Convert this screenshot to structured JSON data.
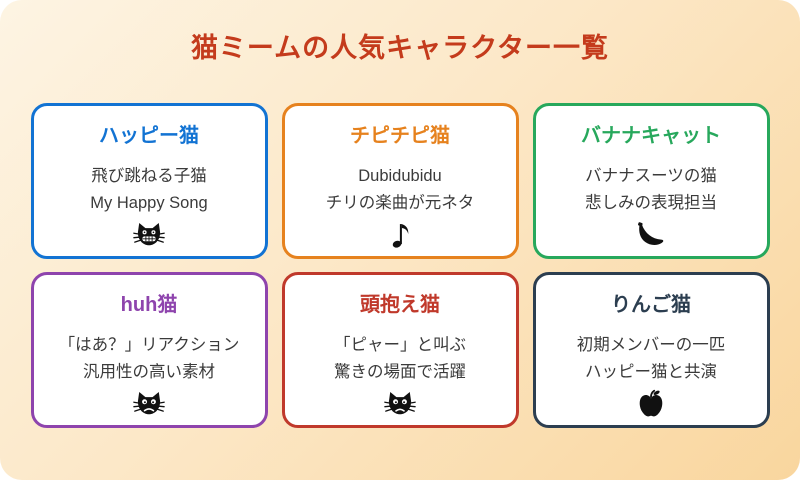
{
  "page": {
    "title": "猫ミームの人気キャラクター一覧",
    "title_color": "#c43b1c",
    "background_top": "#fdf4e3",
    "background_bottom": "#f9d69e"
  },
  "cards": [
    {
      "name": "ハッピー猫",
      "color": "#1273d3",
      "lines": [
        "飛び跳ねる子猫",
        "My Happy Song"
      ],
      "icon": "cat-grin-icon"
    },
    {
      "name": "チピチピ猫",
      "color": "#e6821e",
      "lines": [
        "Dubidubidu",
        "チリの楽曲が元ネタ"
      ],
      "icon": "music-note-icon"
    },
    {
      "name": "バナナキャット",
      "color": "#27a85c",
      "lines": [
        "バナナスーツの猫",
        "悲しみの表現担当"
      ],
      "icon": "banana-icon"
    },
    {
      "name": "huh猫",
      "color": "#8e44ad",
      "lines": [
        "「はあ？」リアクション",
        "汎用性の高い素材"
      ],
      "icon": "cat-huh-icon"
    },
    {
      "name": "頭抱え猫",
      "color": "#c0392b",
      "lines": [
        "「ピャー」と叫ぶ",
        "驚きの場面で活躍"
      ],
      "icon": "cat-scared-icon"
    },
    {
      "name": "りんご猫",
      "color": "#2c3e50",
      "lines": [
        "初期メンバーの一匹",
        "ハッピー猫と共演"
      ],
      "icon": "apple-icon"
    }
  ]
}
